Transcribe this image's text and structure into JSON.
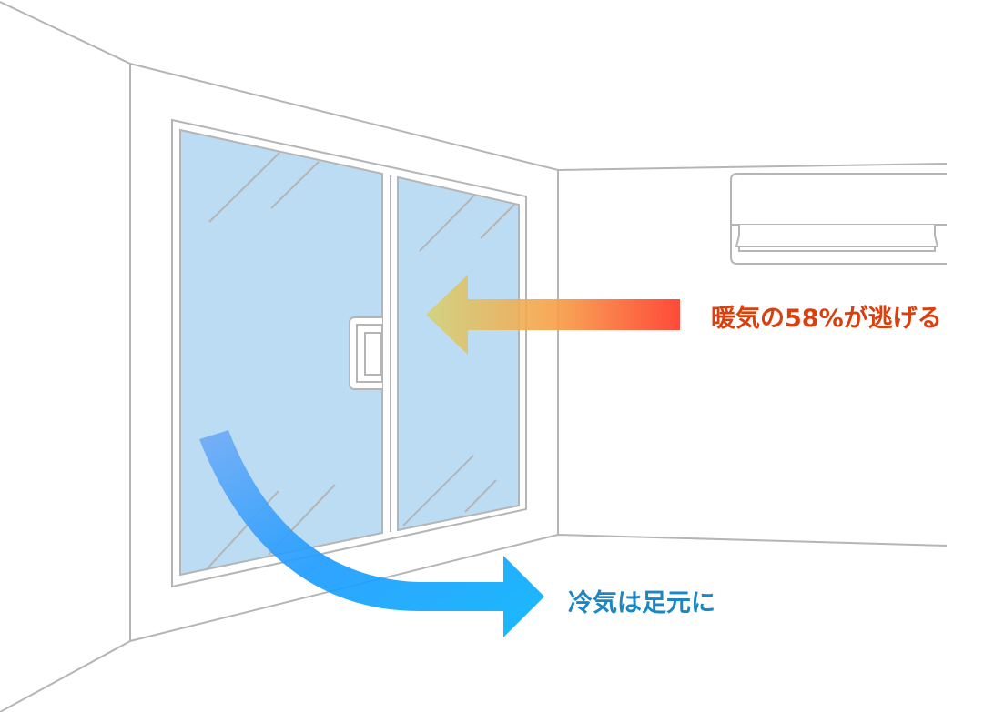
{
  "scene": {
    "description": "Room corner with a sliding window and a wall-mounted air conditioner",
    "colors": {
      "line": "#b5b5b5",
      "glass": "#bcdcf4",
      "wall": "#ffffff"
    }
  },
  "annotations": {
    "warm_air": {
      "text": "暖気の58%が逃げる",
      "percent_escaping": 58,
      "color": "#d9400e",
      "arrow_gradient": [
        "#d4d27a",
        "#f7a24a",
        "#ff3a28"
      ],
      "direction": "left"
    },
    "cold_air": {
      "text": "冷気は足元に",
      "color": "#1a87c5",
      "arrow_gradient": [
        "#6aaaf6",
        "#1ea4ff",
        "#05b4fc"
      ],
      "direction": "down-right"
    }
  }
}
